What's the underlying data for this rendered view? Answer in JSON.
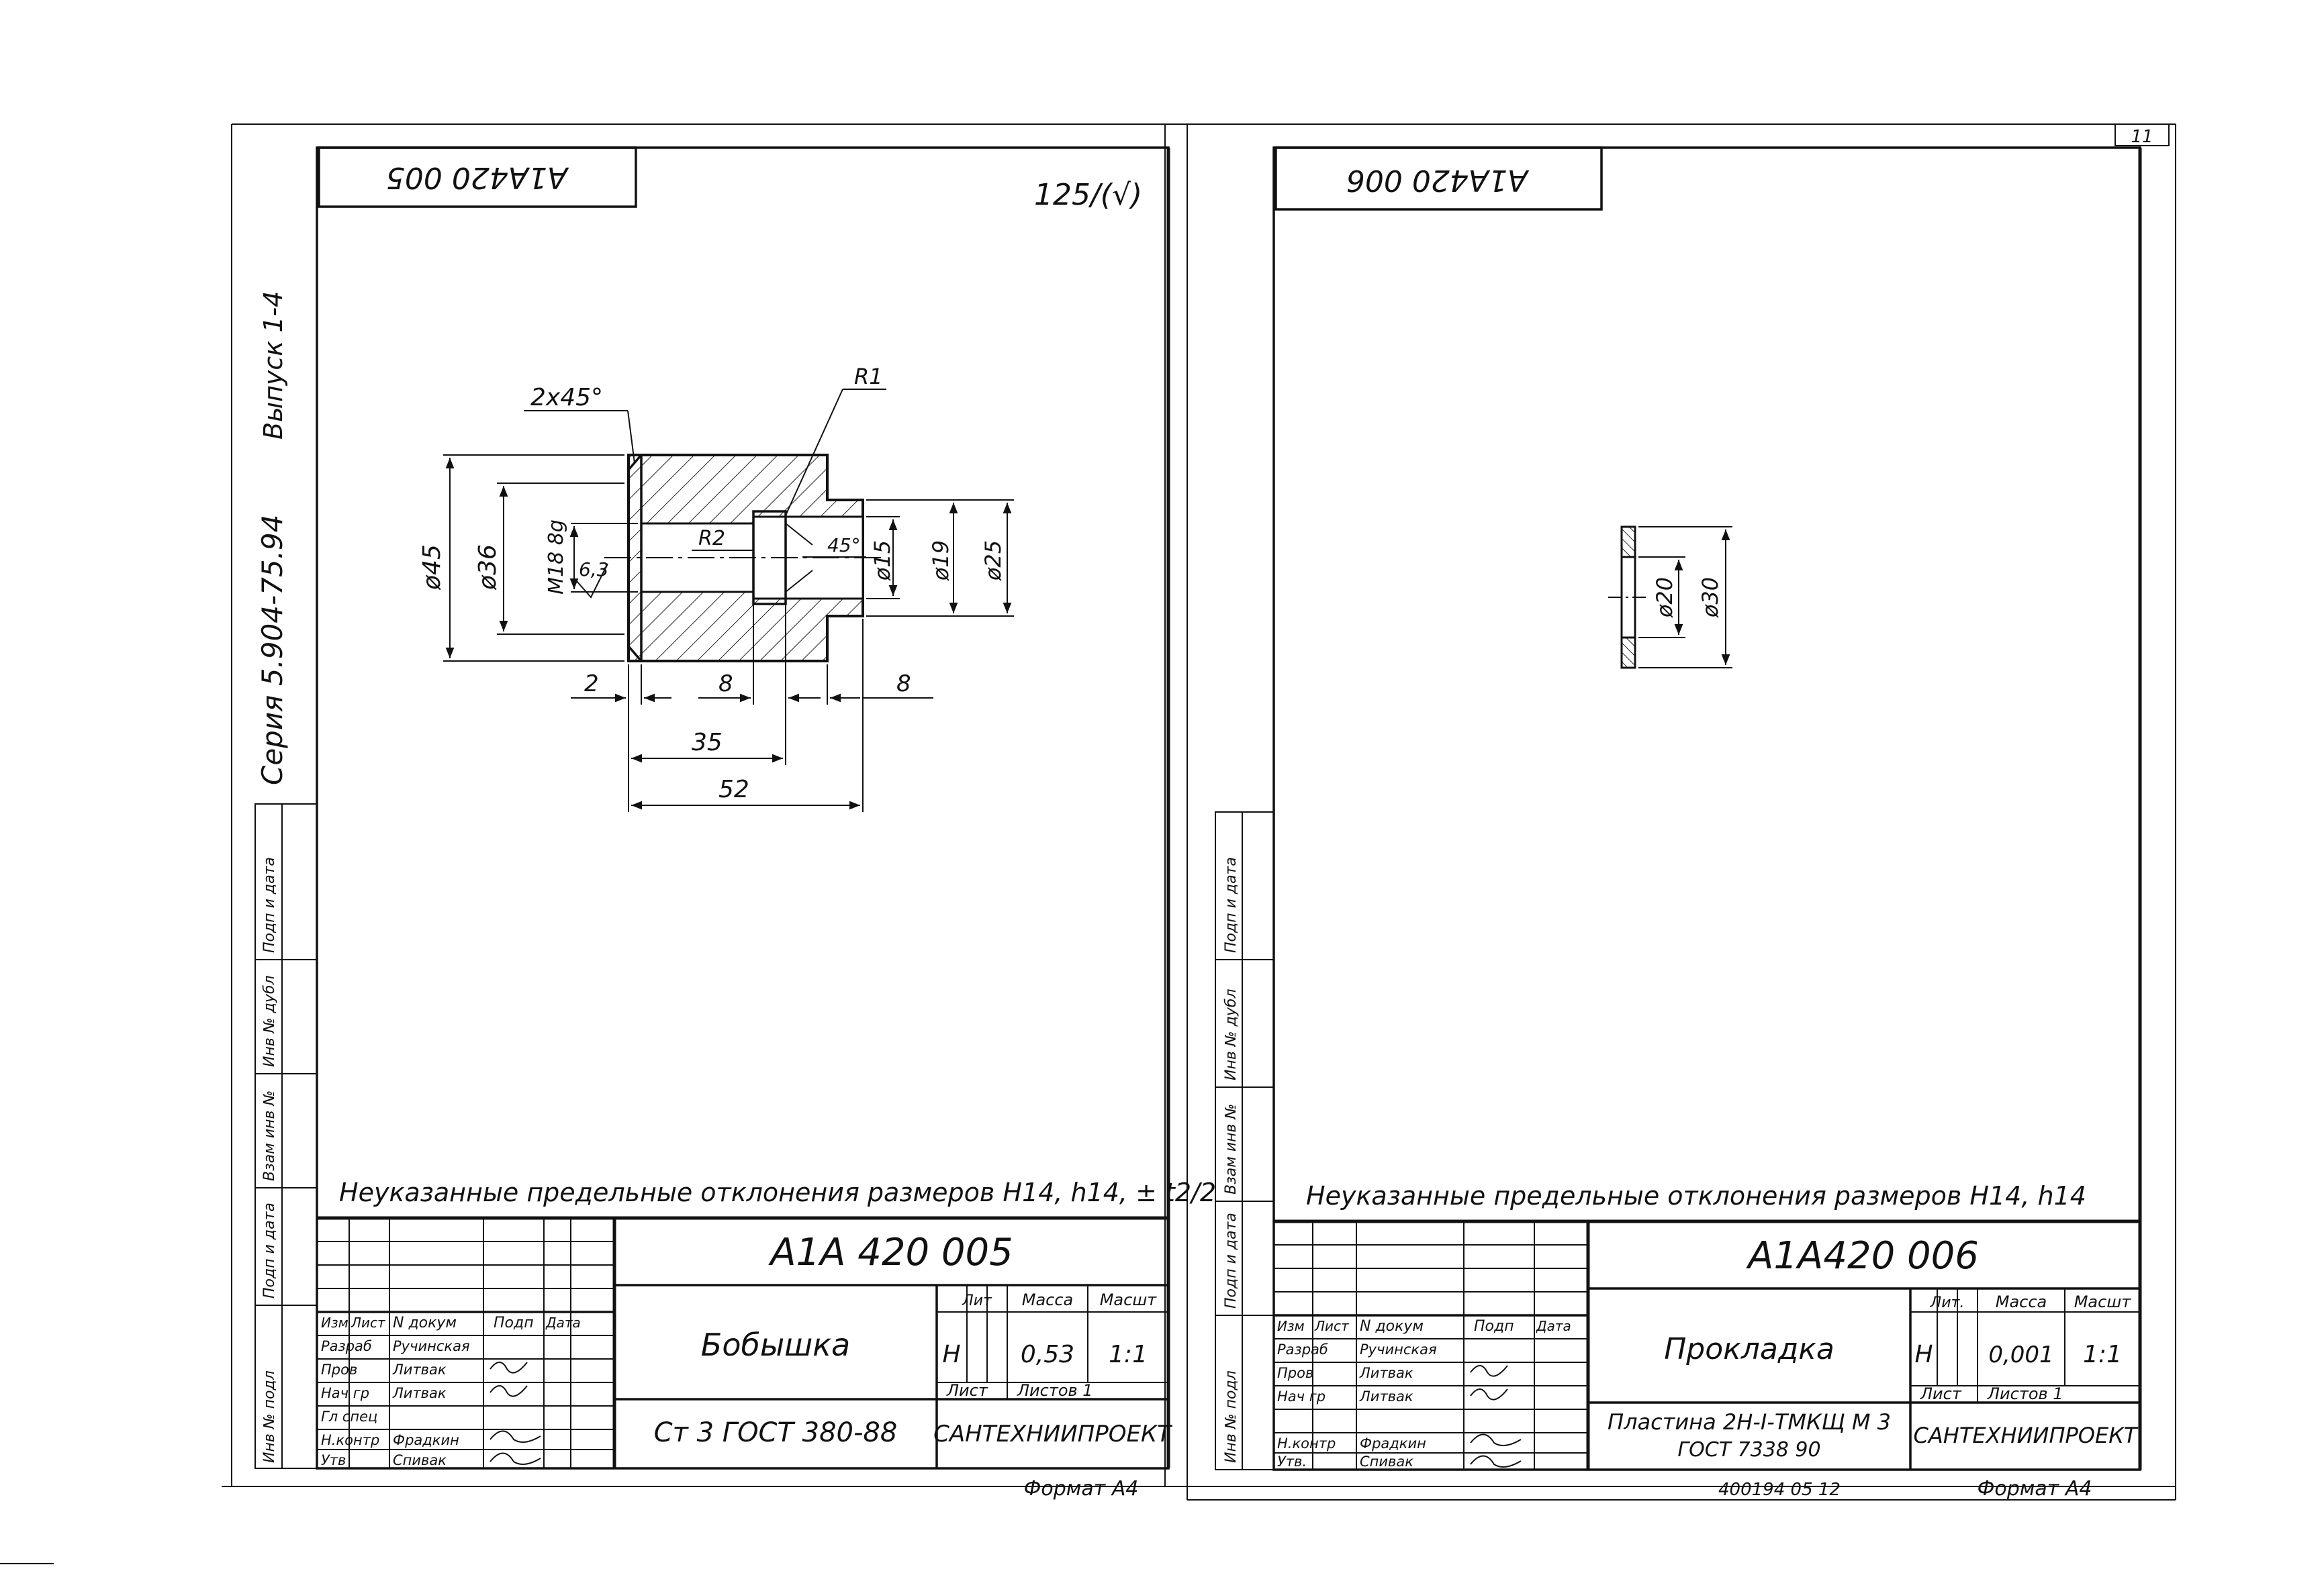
{
  "outer": {
    "series": "Серия 5.904-75.94",
    "issue": "Выпуск 1-4",
    "sheet_no": "11",
    "stamp": "400194 05   12",
    "left_stamp_labels": [
      "Подп и дата",
      "Инв № дубл",
      "Взам инв №",
      "Подп и дата",
      "Инв № подл"
    ]
  },
  "left": {
    "code_rotated": "А1А420 005",
    "roughness": "125/(√)",
    "note": "Неуказанные предельные отклонения размеров Н14, h14, ± t2/2",
    "title_block": {
      "doc_code": "А1А 420 005",
      "name": "Бобышка",
      "material": "Ст 3 ГОСТ 380-88",
      "org": "САНТЕХНИИПРОЕКТ",
      "litera": "Н",
      "mass": "0,53",
      "scale": "1:1",
      "sheet_label": "Лист",
      "sheets_label": "Листов 1",
      "hdr_lit": "Лит",
      "hdr_mass": "Масса",
      "hdr_scale": "Масшт",
      "hdr_izm": "Изм",
      "hdr_list": "Лист",
      "hdr_ndoc": "N докум",
      "hdr_podp": "Подп",
      "hdr_data": "Дата",
      "roles": [
        "Разраб",
        "Пров",
        "Нач гр",
        "Гл спец",
        "Н.контр",
        "Утв"
      ],
      "names": [
        "Ручинская",
        "Литвак",
        "Литвак",
        "",
        "Фрадкин",
        "Спивак"
      ],
      "format": "Формат А4"
    },
    "dims": {
      "chamfer": "2х45°",
      "r1": "R1",
      "r2": "R2",
      "thread": "М18 8g",
      "rough63": "6,3",
      "d45": "ø45",
      "d36": "ø36",
      "d15": "ø15",
      "d19": "ø19",
      "d25": "ø25",
      "angle": "45°",
      "l2": "2",
      "l8a": "8",
      "l8b": "8",
      "l35": "35",
      "l52": "52"
    }
  },
  "right": {
    "code_rotated": "А1А420 006",
    "note": "Неуказанные предельные отклонения размеров Н14, h14",
    "title_block": {
      "doc_code": "А1А420 006",
      "name": "Прокладка",
      "material_l1": "Пластина 2Н-I-ТМКЩ М 3",
      "material_l2": "ГОСТ 7338 90",
      "org": "САНТЕХНИИПРОЕКТ",
      "litera": "Н",
      "mass": "0,001",
      "scale": "1:1",
      "sheet_label": "Лист",
      "sheets_label": "Листов 1",
      "hdr_lit": "Лит.",
      "hdr_mass": "Масса",
      "hdr_scale": "Масшт",
      "hdr_izm": "Изм",
      "hdr_list": "Лист",
      "hdr_ndoc": "N докум",
      "hdr_podp": "Подп",
      "hdr_data": "Дата",
      "roles": [
        "Разраб",
        "Пров",
        "Нач гр",
        "Н.контр",
        "Утв."
      ],
      "names": [
        "Ручинская",
        "Литвак",
        "Литвак",
        "Фрадкин",
        "Спивак"
      ],
      "format": "Формат А4"
    },
    "dims": {
      "d20": "ø20",
      "d30": "ø30"
    }
  }
}
